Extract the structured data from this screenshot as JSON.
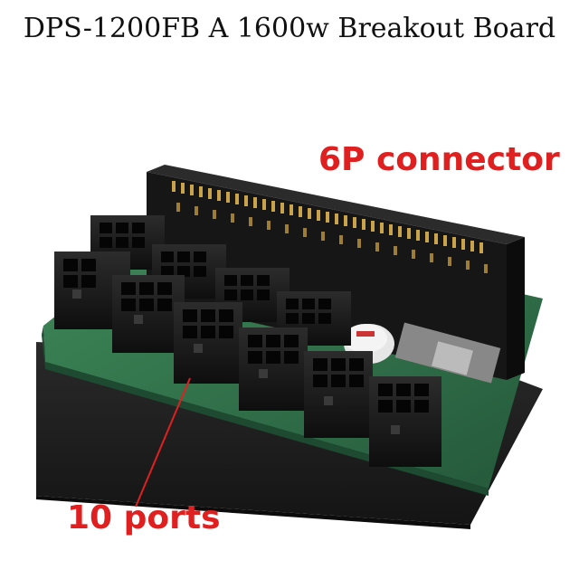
{
  "title": "DPS-1200FB A 1600w Breakout Board",
  "labels": {
    "connector": "6P connector",
    "ports": "10 ports"
  },
  "colors": {
    "annotation": "#e02020",
    "pcb": "#2f6b45",
    "foam": "#222222",
    "connector": "#1b1b1b",
    "pins": "#c9a24a"
  },
  "icons": {
    "board": "breakout-board-photo",
    "pointer": "annotation-line"
  }
}
